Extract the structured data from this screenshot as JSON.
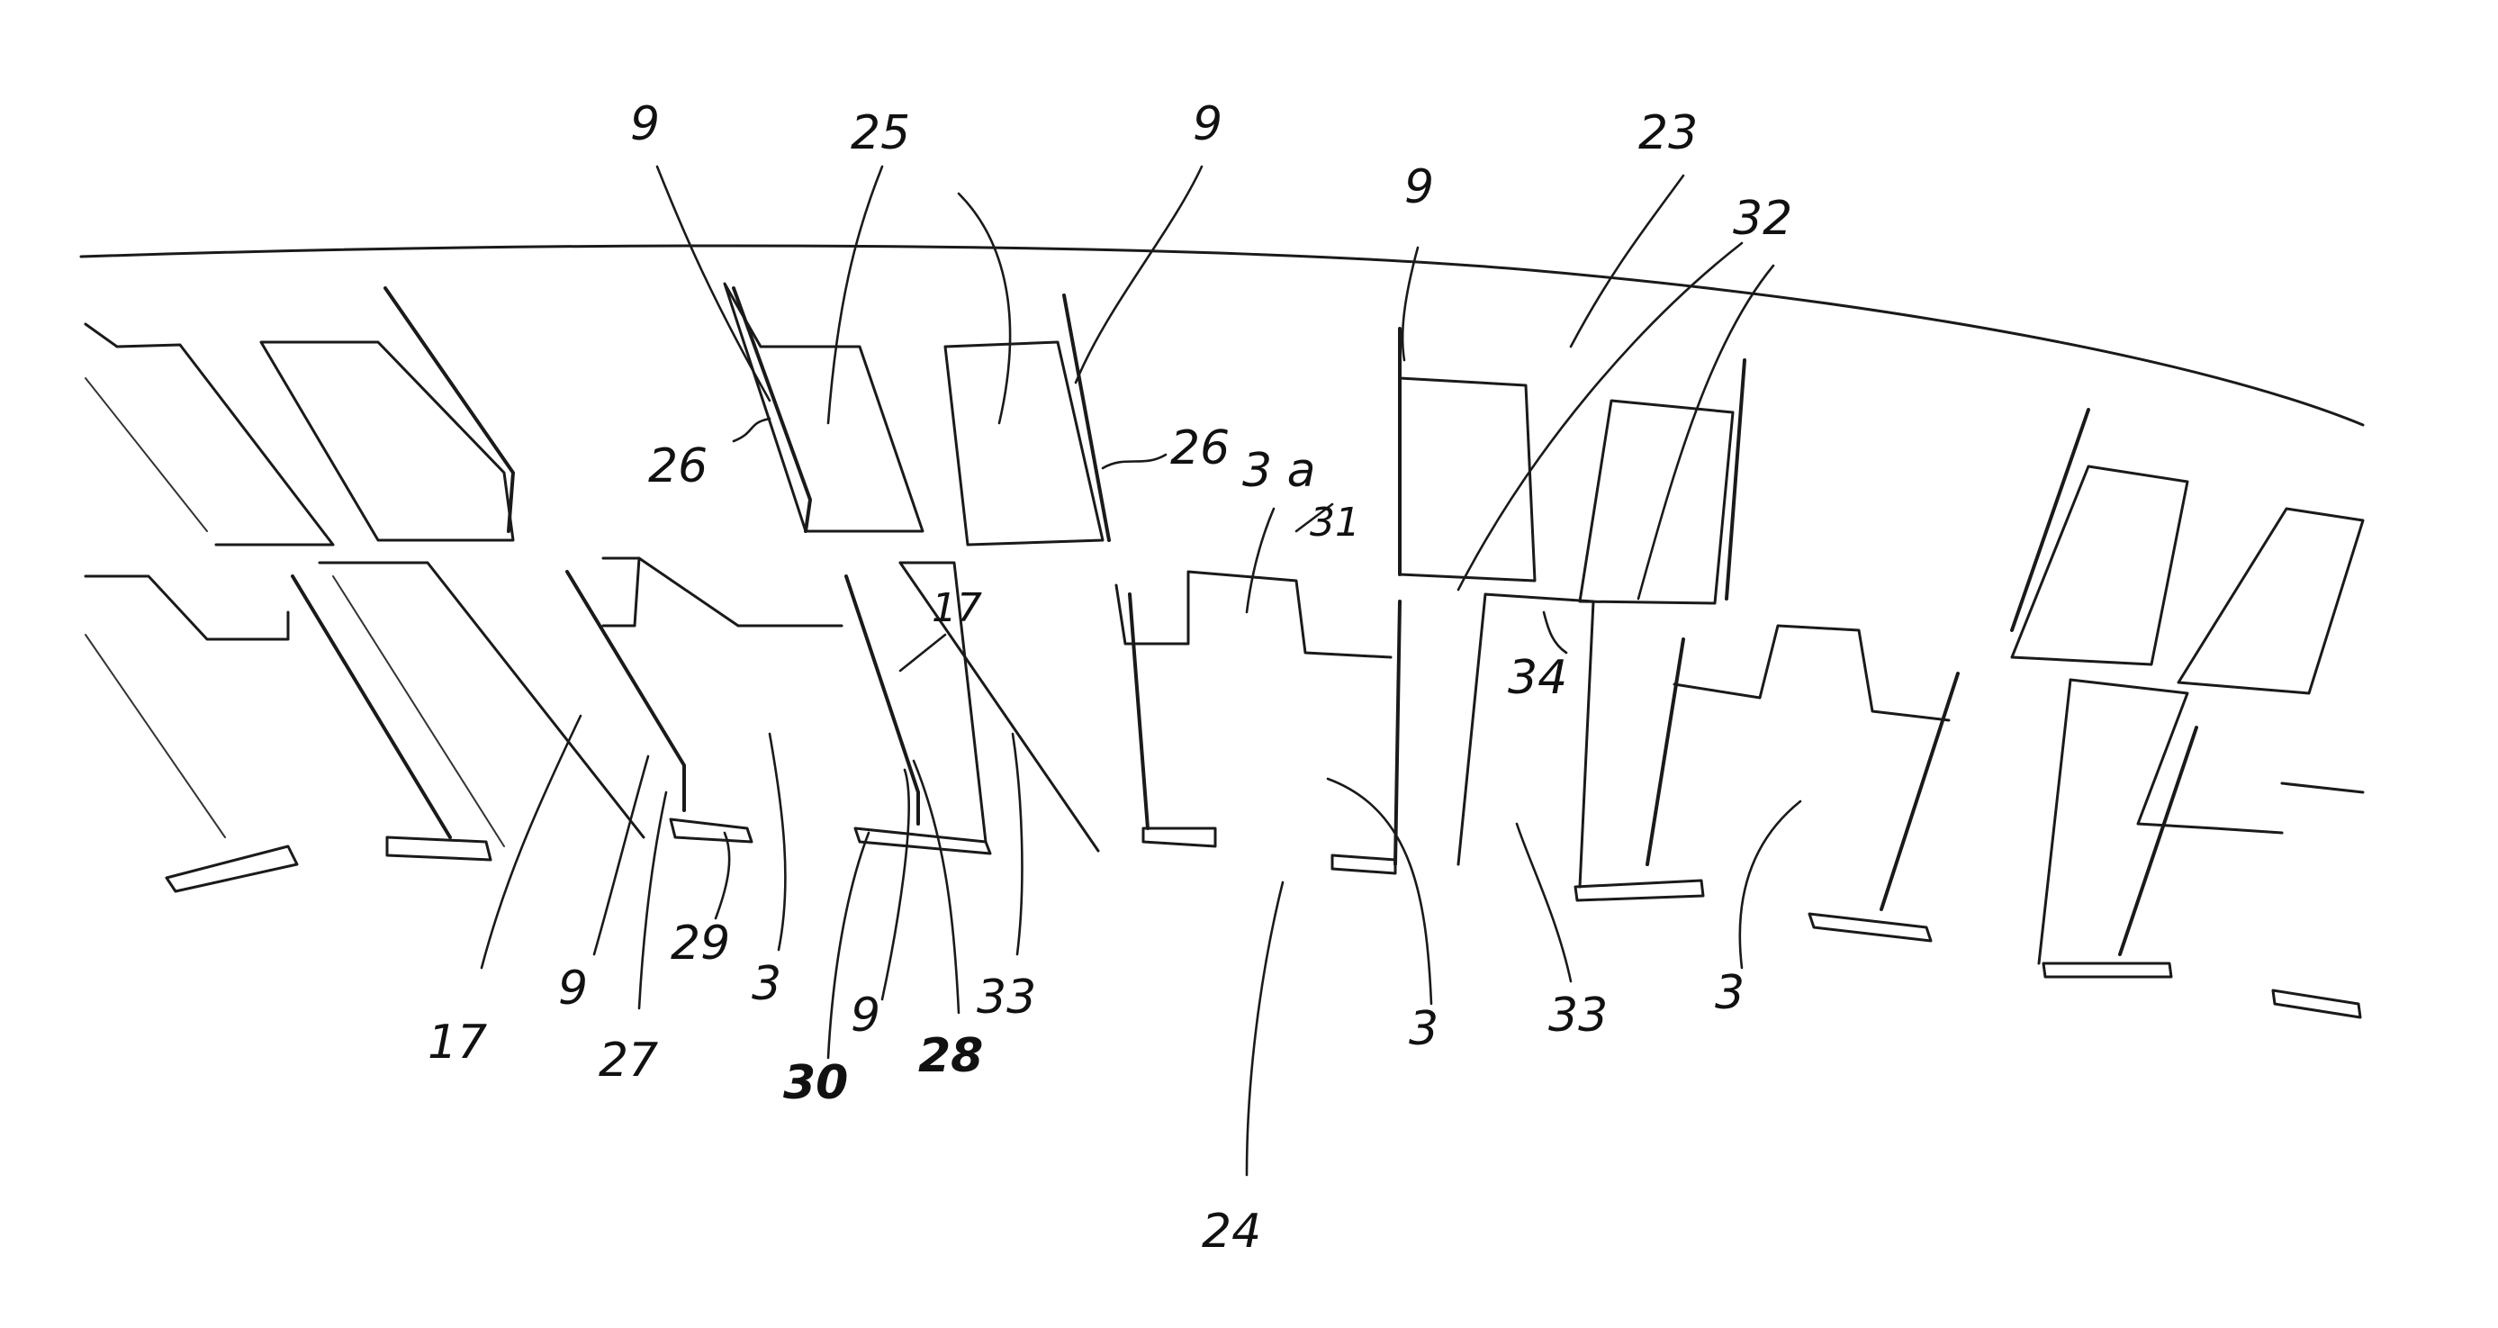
{
  "labels": {
    "l9a": "9",
    "l25": "25",
    "l9b": "9",
    "l23": "23",
    "l9c": "9",
    "l32": "32",
    "l26a": "26",
    "l26b": "26",
    "l3a": "3 a",
    "l31": "31",
    "l17a": "17",
    "l34": "34",
    "l17b": "17",
    "l9d": "9",
    "l27": "27",
    "l29": "29",
    "l3b": "3",
    "l30": "30",
    "l9e": "9",
    "l28": "28",
    "l33a": "33",
    "l3c": "3",
    "l33b": "33",
    "l3d": "3",
    "l24": "24"
  }
}
